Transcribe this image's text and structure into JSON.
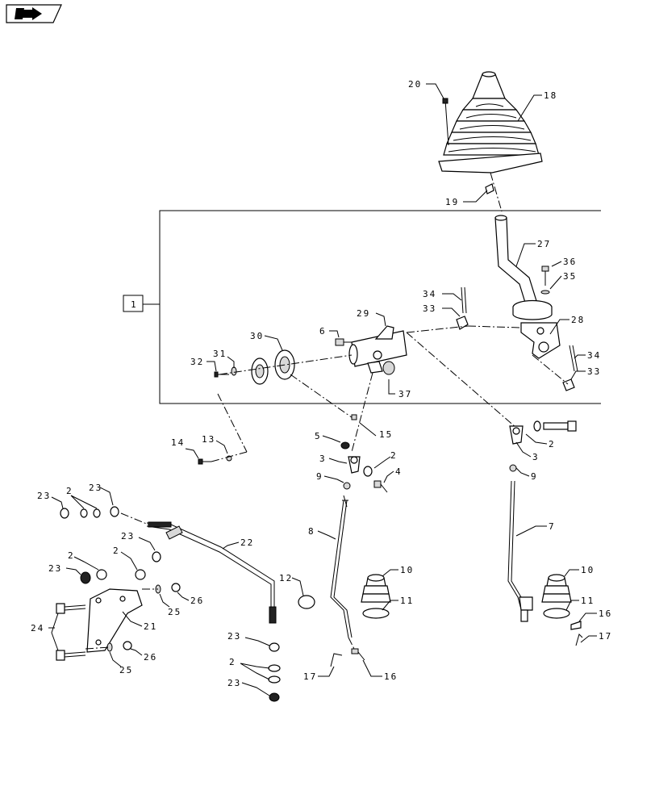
{
  "nav_icon": "book-arrow-icon",
  "group_label": "1",
  "callouts": {
    "c2a": "2",
    "c2b": "2",
    "c2c": "2",
    "c2d": "2",
    "c2e": "2",
    "c2f": "2",
    "c3a": "3",
    "c3b": "3",
    "c4": "4",
    "c5": "5",
    "c6": "6",
    "c7": "7",
    "c8": "8",
    "c9a": "9",
    "c9b": "9",
    "c10a": "10",
    "c10b": "10",
    "c11a": "11",
    "c11b": "11",
    "c12": "12",
    "c13": "13",
    "c14": "14",
    "c15": "15",
    "c16a": "16",
    "c16b": "16",
    "c17a": "17",
    "c17b": "17",
    "c18": "18",
    "c19": "19",
    "c20": "20",
    "c21": "21",
    "c22": "22",
    "c23a": "23",
    "c23b": "23",
    "c23c": "23",
    "c23d": "23",
    "c23e": "23",
    "c23f": "23",
    "c24": "24",
    "c25a": "25",
    "c25b": "25",
    "c26a": "26",
    "c26b": "26",
    "c27": "27",
    "c28": "28",
    "c29": "29",
    "c30": "30",
    "c31": "31",
    "c32": "32",
    "c33a": "33",
    "c33b": "33",
    "c34a": "34",
    "c34b": "34",
    "c35": "35",
    "c36": "36",
    "c37": "37"
  }
}
